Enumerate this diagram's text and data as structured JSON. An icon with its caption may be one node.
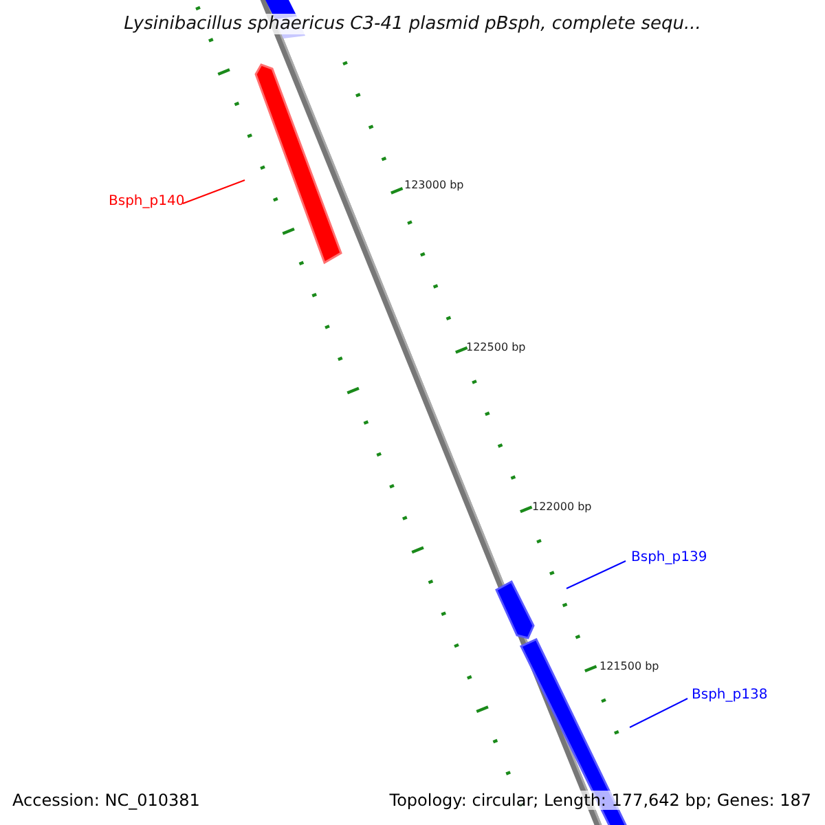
{
  "diagram": {
    "title": "Lysinibacillus sphaericus C3-41 plasmid pBsph, complete sequ...",
    "nodes": [
      {
        "text": [
          "Bsph_p140"
        ]
      },
      {
        "text": [],
        "shape": "bar"
      },
      {
        "text": [
          "Bsph_p139"
        ]
      },
      {
        "text": [],
        "shape": "bar"
      },
      {
        "text": [
          "Bsph_p138"
        ]
      },
      {
        "text": [],
        "shape": "bar"
      }
    ],
    "edges": [
      {
        "from": 0,
        "to": 1,
        "arrow": "none",
        "color": "#ff0000"
      },
      {
        "from": 2,
        "to": 3,
        "arrow": "none"
      },
      {
        "from": 4,
        "to": 5,
        "arrow": "none"
      }
    ],
    "labels": [
      "123000 bp",
      "122500 bp",
      "122000 bp",
      "121500 bp",
      "Accession: NC_010381",
      "Topology: circular; Length: 177,642 bp; Genes: 187"
    ]
  }
}
